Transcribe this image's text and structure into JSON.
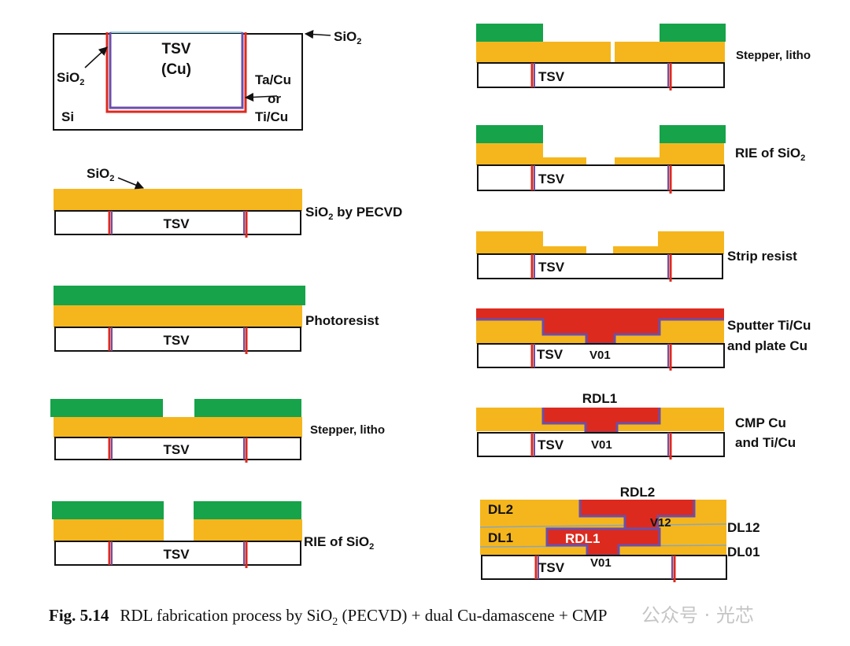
{
  "colors": {
    "oxide": "#f5b61d",
    "resist": "#16a34a",
    "copper": "#dc2a1f",
    "barrier": "#6b4fa8",
    "outline": "#111111"
  },
  "left": {
    "step1": {
      "tsv": "TSV",
      "cu": "(Cu)",
      "sio2_left": "SiO",
      "sio2_right": "SiO",
      "sub2": "2",
      "si": "Si",
      "ta_cu": "Ta/Cu",
      "or": "or",
      "ti_cu": "Ti/Cu"
    },
    "step2": {
      "pointer": "SiO",
      "sub2": "2",
      "tsv": "TSV",
      "label_pre": "SiO",
      "label_post": " by PECVD"
    },
    "step3": {
      "tsv": "TSV",
      "label": "Photoresist"
    },
    "step4": {
      "tsv": "TSV",
      "label": "Stepper, litho"
    },
    "step5": {
      "tsv": "TSV",
      "label_pre": "RIE of SiO",
      "sub2": "2"
    }
  },
  "right": {
    "step1": {
      "tsv": "TSV",
      "label": "Stepper, litho"
    },
    "step2": {
      "tsv": "TSV",
      "label_pre": "RIE of SiO",
      "sub2": "2"
    },
    "step3": {
      "tsv": "TSV",
      "label": "Strip resist"
    },
    "step4": {
      "tsv": "TSV",
      "via": "V01",
      "label_line1": "Sputter Ti/Cu",
      "label_line2": "and plate Cu"
    },
    "step5": {
      "tsv": "TSV",
      "via": "V01",
      "rdl": "RDL1",
      "label_line1": "CMP Cu",
      "label_line2": "and Ti/Cu"
    },
    "step6": {
      "tsv": "TSV",
      "v01": "V01",
      "v12": "V12",
      "rdl1": "RDL1",
      "rdl2": "RDL2",
      "dl1": "DL1",
      "dl2": "DL2",
      "dl01": "DL01",
      "dl12": "DL12"
    }
  },
  "caption": {
    "fig": "Fig. 5.14",
    "text_pre": "RDL fabrication process by SiO",
    "sub": "2",
    "text_post": " (PECVD) + dual Cu-damascene + CMP"
  },
  "watermark": "公众号 · 光芯"
}
